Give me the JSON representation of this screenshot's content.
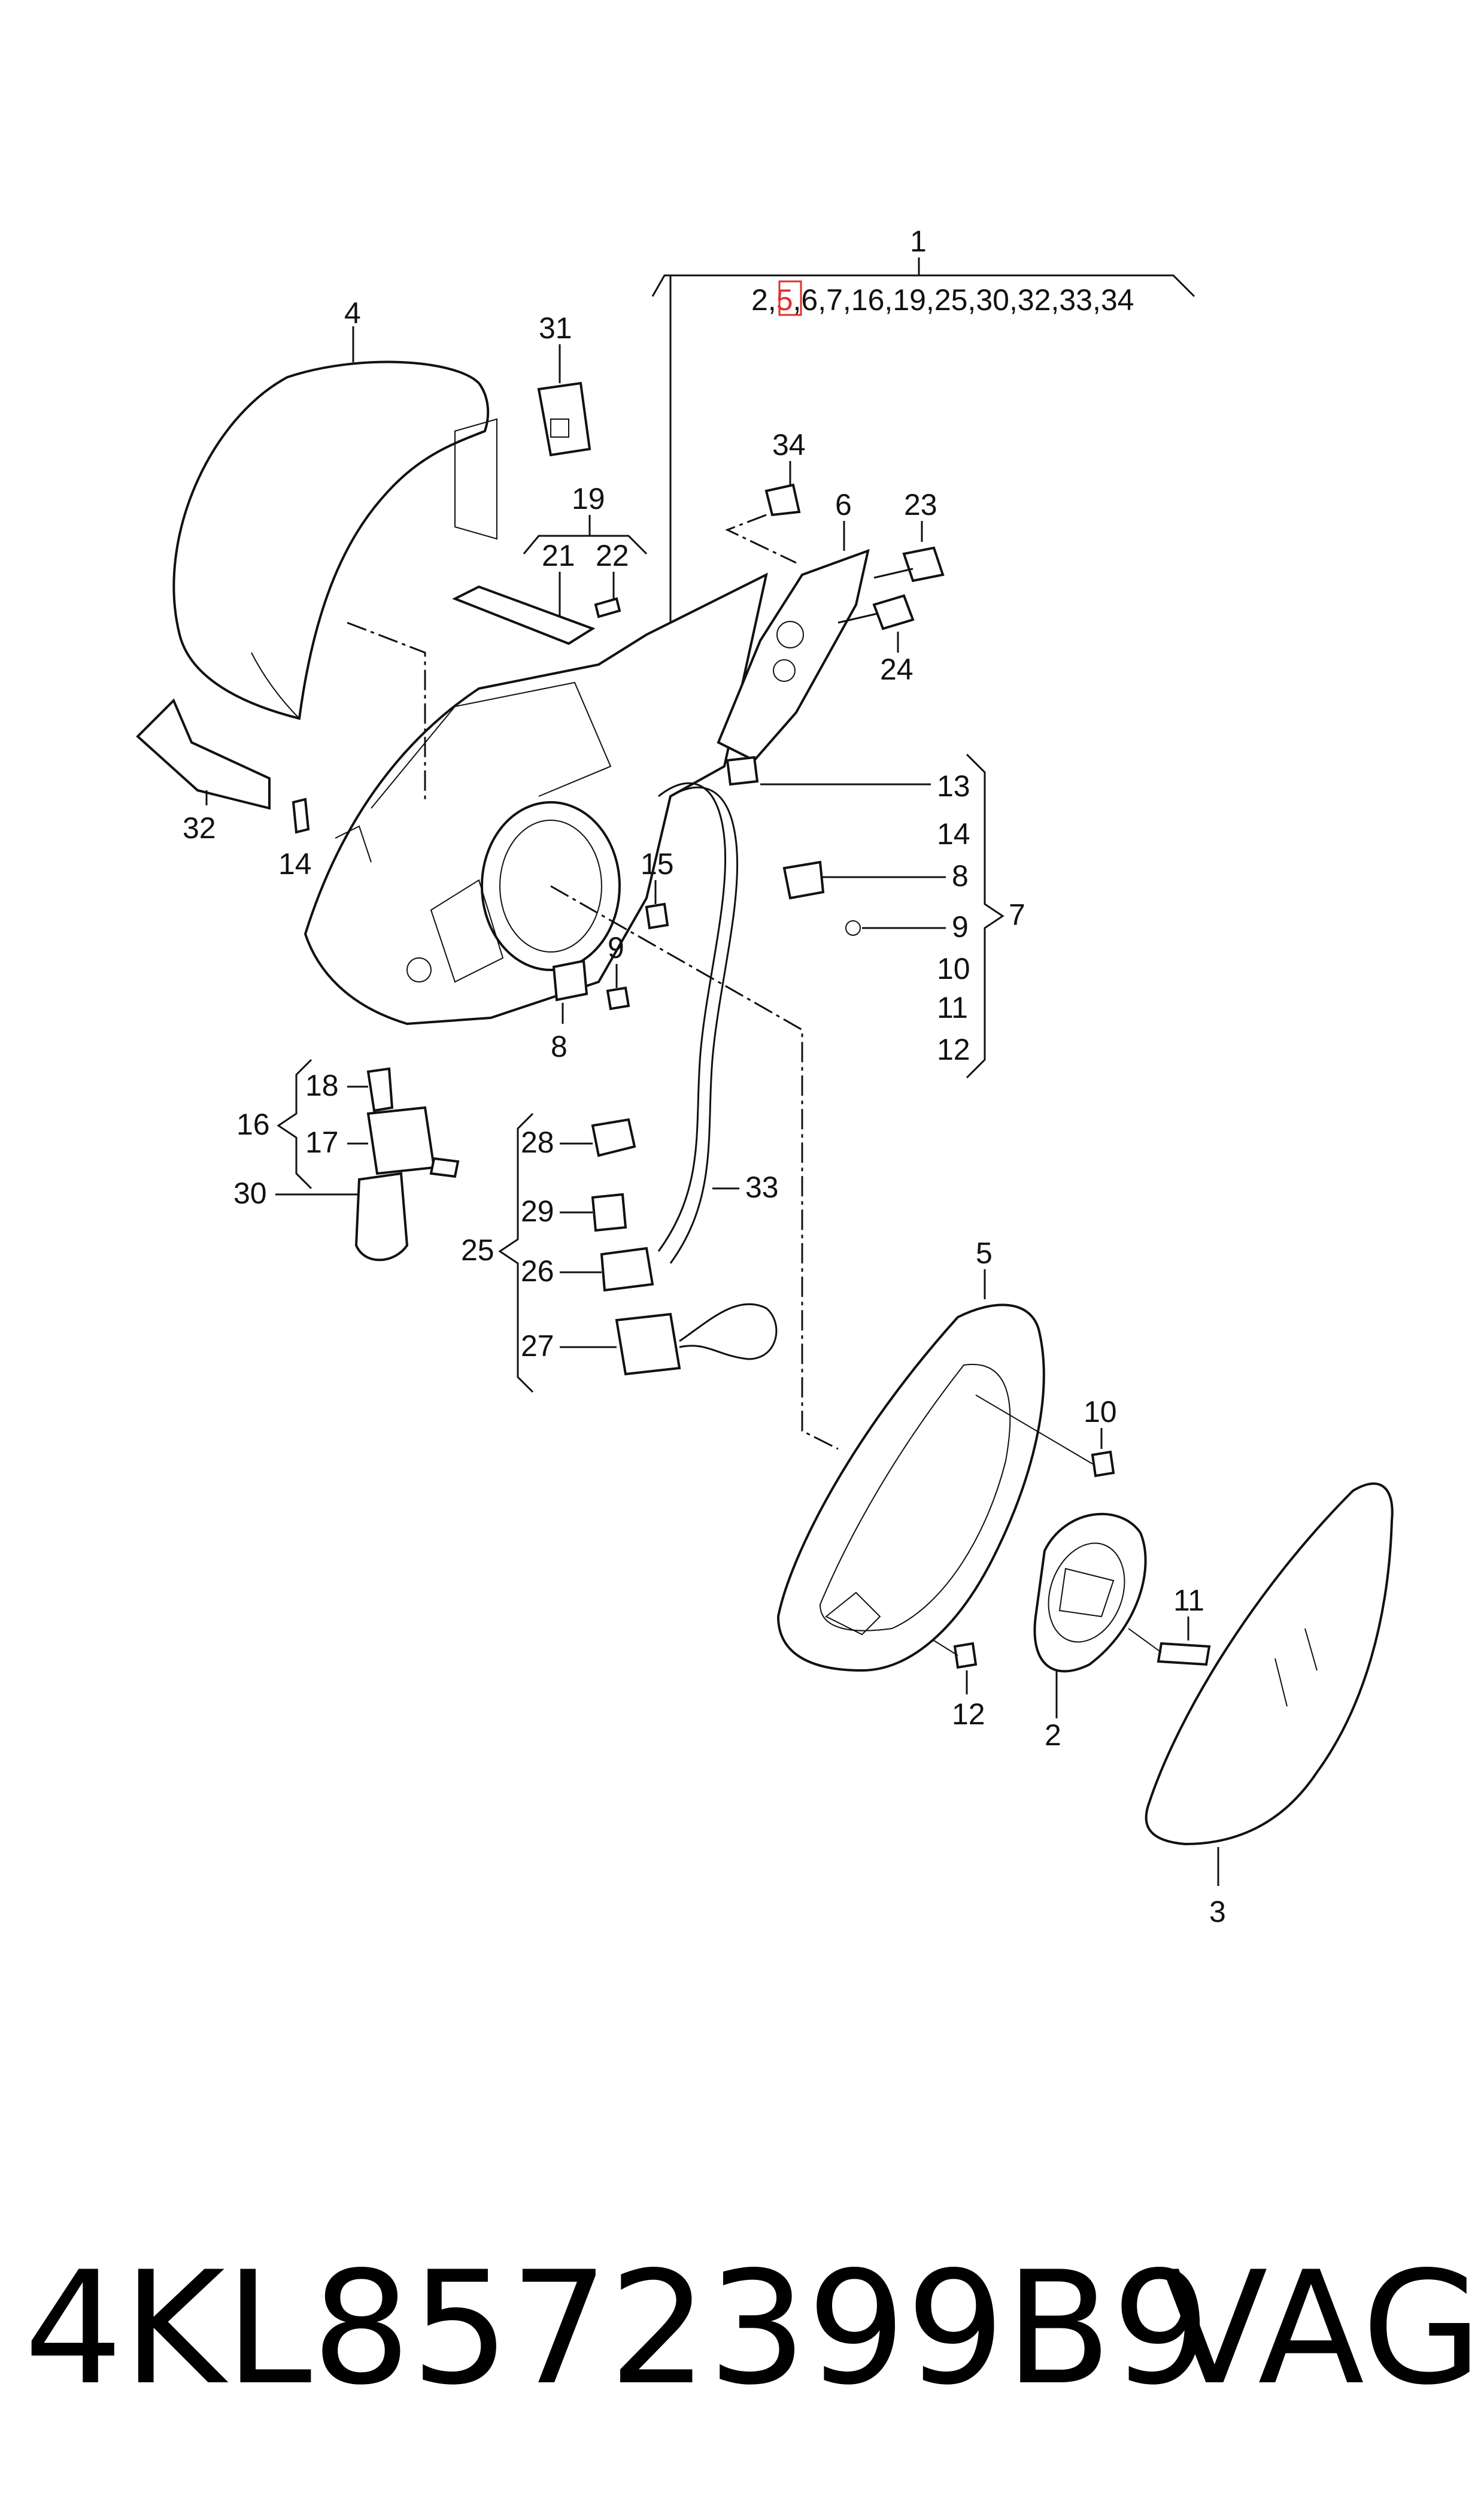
{
  "header": {
    "assembly_number": "1",
    "assembly_list_first": "2,",
    "assembly_list_highlight": "5",
    "assembly_list_rest": ",6,7,16,19,25,30,32,33,34",
    "highlight_color": "#e03030"
  },
  "callouts": {
    "c2": "2",
    "c3": "3",
    "c4": "4",
    "c5": "5",
    "c6": "6",
    "c7": "7",
    "c8a": "8",
    "c8b": "8",
    "c9a": "9",
    "c9b": "9",
    "c10a": "10",
    "c10b": "10",
    "c11a": "11",
    "c11b": "11",
    "c12a": "12",
    "c12b": "12",
    "c13": "13",
    "c14a": "14",
    "c14b": "14",
    "c15": "15",
    "c16": "16",
    "c17": "17",
    "c18": "18",
    "c19": "19",
    "c21": "21",
    "c22": "22",
    "c23": "23",
    "c24": "24",
    "c25": "25",
    "c26": "26",
    "c27": "27",
    "c28": "28",
    "c29": "29",
    "c30": "30",
    "c31": "31",
    "c32": "32",
    "c33": "33",
    "c34": "34"
  },
  "footer": {
    "part_number": "4KL8572399B9",
    "brand": "VAG"
  }
}
